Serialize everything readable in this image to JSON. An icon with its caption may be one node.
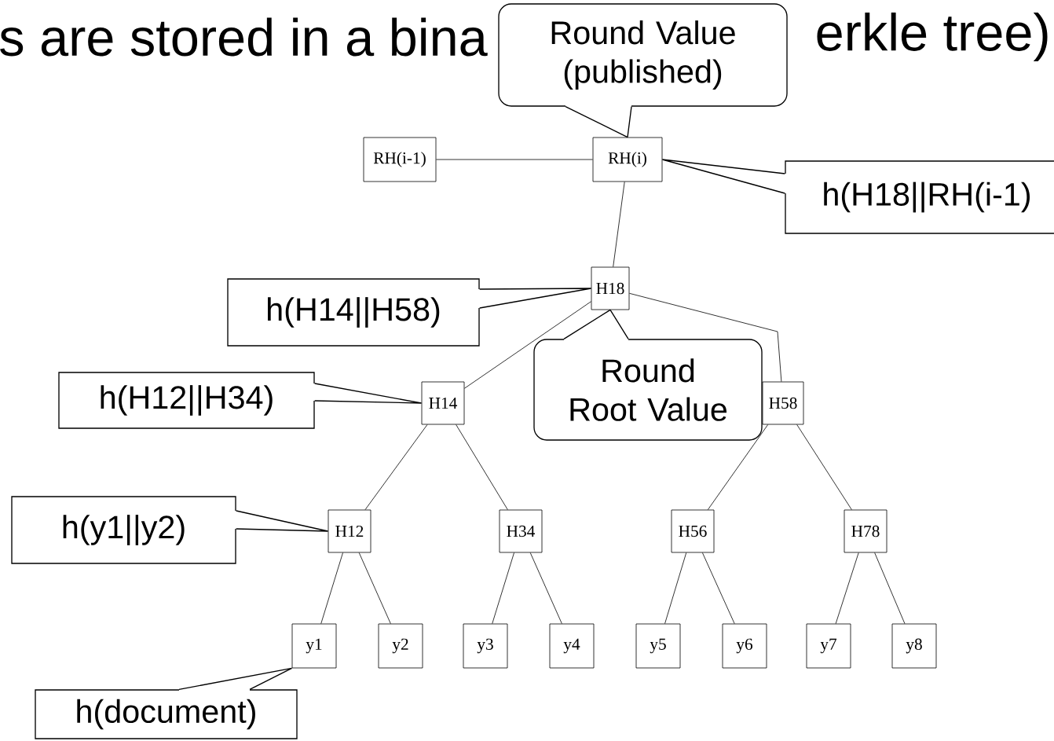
{
  "diagram": {
    "nodes": [
      {
        "text": [
          "RH(i-1)"
        ]
      },
      {
        "text": [
          "RH(i)"
        ]
      },
      {
        "text": [
          "H18"
        ]
      },
      {
        "text": [
          "H14"
        ]
      },
      {
        "text": [
          "H58"
        ]
      },
      {
        "text": [
          "H12"
        ]
      },
      {
        "text": [
          "H34"
        ]
      },
      {
        "text": [
          "H56"
        ]
      },
      {
        "text": [
          "H78"
        ]
      },
      {
        "text": [
          "y1"
        ]
      },
      {
        "text": [
          "y2"
        ]
      },
      {
        "text": [
          "y3"
        ]
      },
      {
        "text": [
          "y4"
        ]
      },
      {
        "text": [
          "y5"
        ]
      },
      {
        "text": [
          "y6"
        ]
      },
      {
        "text": [
          "y7"
        ]
      },
      {
        "text": [
          "y8"
        ]
      },
      {
        "text": [
          "Round Value (published)"
        ]
      },
      {
        "text": [
          "h(H18||RH(i-1)"
        ]
      },
      {
        "text": [
          "h(H14||H58)"
        ]
      },
      {
        "text": [
          "Round Root Value"
        ]
      },
      {
        "text": [
          "h(H12||H34)"
        ]
      },
      {
        "text": [
          "h(y1||y2)"
        ]
      },
      {
        "text": [
          "h(document)"
        ]
      }
    ],
    "edges": [
      {
        "from": 0,
        "to": 1,
        "arrow": "none"
      },
      {
        "from": 1,
        "to": 2,
        "arrow": "none"
      },
      {
        "from": 2,
        "to": 3,
        "arrow": "none"
      },
      {
        "from": 2,
        "to": 4,
        "arrow": "none"
      },
      {
        "from": 3,
        "to": 5,
        "arrow": "none"
      },
      {
        "from": 3,
        "to": 6,
        "arrow": "none"
      },
      {
        "from": 4,
        "to": 7,
        "arrow": "none"
      },
      {
        "from": 4,
        "to": 8,
        "arrow": "none"
      },
      {
        "from": 5,
        "to": 9,
        "arrow": "none"
      },
      {
        "from": 5,
        "to": 10,
        "arrow": "none"
      },
      {
        "from": 6,
        "to": 11,
        "arrow": "none"
      },
      {
        "from": 6,
        "to": 12,
        "arrow": "none"
      },
      {
        "from": 7,
        "to": 13,
        "arrow": "none"
      },
      {
        "from": 7,
        "to": 14,
        "arrow": "none"
      },
      {
        "from": 8,
        "to": 15,
        "arrow": "none"
      },
      {
        "from": 8,
        "to": 16,
        "arrow": "none"
      },
      {
        "from": 17,
        "to": 1,
        "arrow": "none"
      },
      {
        "from": 18,
        "to": 1,
        "arrow": "none"
      },
      {
        "from": 19,
        "to": 2,
        "arrow": "none"
      },
      {
        "from": 20,
        "to": 2,
        "arrow": "none"
      },
      {
        "from": 21,
        "to": 3,
        "arrow": "none"
      },
      {
        "from": 22,
        "to": 5,
        "arrow": "none"
      },
      {
        "from": 23,
        "to": 9,
        "arrow": "none"
      }
    ],
    "labels": [
      "s are stored in a bina",
      "erkle tree)"
    ]
  }
}
